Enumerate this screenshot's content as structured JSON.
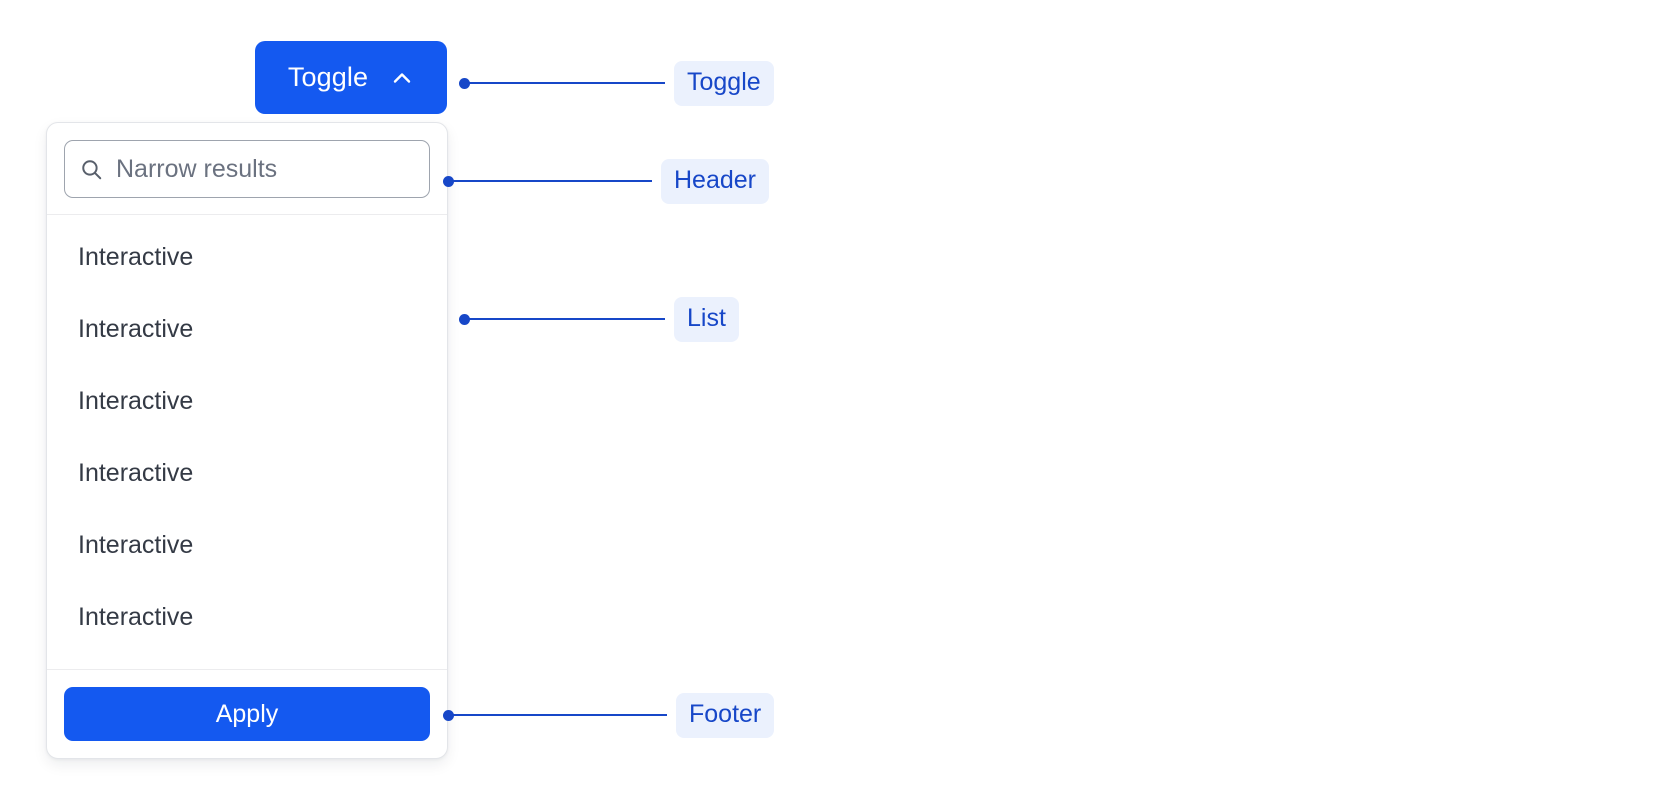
{
  "toggle": {
    "label": "Toggle",
    "icon": "chevron-up-icon",
    "background_color": "#1459f0",
    "text_color": "#ffffff"
  },
  "panel": {
    "header": {
      "search": {
        "icon": "search-icon",
        "placeholder": "Narrow results",
        "value": ""
      }
    },
    "list": {
      "items": [
        {
          "label": "Interactive"
        },
        {
          "label": "Interactive"
        },
        {
          "label": "Interactive"
        },
        {
          "label": "Interactive"
        },
        {
          "label": "Interactive"
        },
        {
          "label": "Interactive"
        }
      ]
    },
    "footer": {
      "apply_label": "Apply",
      "apply_background_color": "#1459f0"
    }
  },
  "annotations": [
    {
      "label": "Toggle",
      "target": "toggle-button"
    },
    {
      "label": "Header",
      "target": "panel-header"
    },
    {
      "label": "List",
      "target": "panel-list"
    },
    {
      "label": "Footer",
      "target": "panel-footer"
    }
  ],
  "colors": {
    "accent": "#1459f0",
    "annotation": "#1747c8",
    "annotation_chip_bg": "#ebf1fd",
    "panel_border": "#e3e5e9",
    "text": "#343a45",
    "placeholder": "#6b7280",
    "background": "#ffffff"
  }
}
